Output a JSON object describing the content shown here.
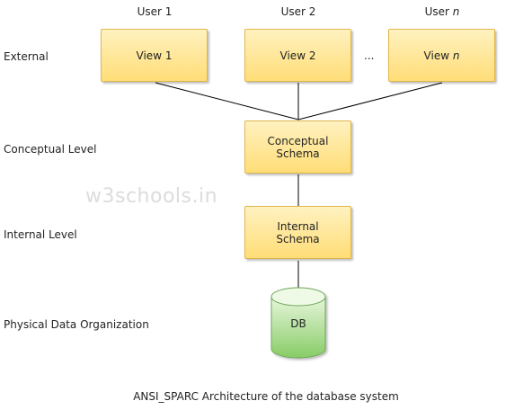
{
  "users": {
    "user1": "User 1",
    "user2": "User 2",
    "user_prefix": "User ",
    "user_n_var": "n"
  },
  "levels": {
    "external": "External",
    "conceptual": "Conceptual Level",
    "internal": "Internal Level",
    "physical": "Physical Data Organization"
  },
  "views": {
    "view1": "View 1",
    "view2": "View 2",
    "view_prefix": "View ",
    "view_n_var": "n",
    "ellipsis": "..."
  },
  "conceptual_schema": "Conceptual\nSchema",
  "internal_schema": "Internal\nSchema",
  "db": "DB",
  "watermark": "w3schools.in",
  "caption": "ANSI_SPARC Architecture of the database system",
  "colors": {
    "box_fill_top": "#fff2c0",
    "box_fill_bottom": "#ffdd77",
    "box_border": "#e0b64c",
    "db_fill_top": "#e6f6dc",
    "db_fill_bottom": "#88cc66",
    "db_border": "#70a85a",
    "line": "#000000"
  }
}
